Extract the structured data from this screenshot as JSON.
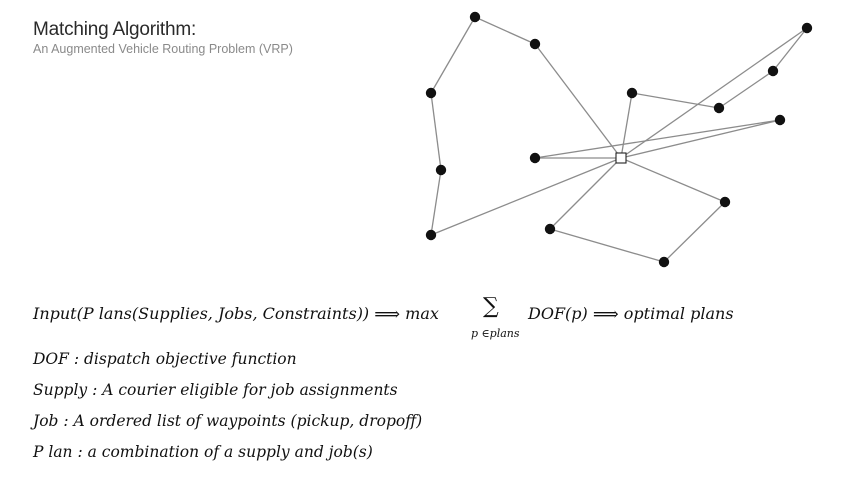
{
  "slide": {
    "title": "Matching Algorithm:",
    "subtitle": "An Augmented Vehicle Routing Problem (VRP)"
  },
  "formula": {
    "lhs": "Input(P lans(Supplies, Jobs, Constraints))",
    "arrow1": "⟹",
    "max": "max",
    "sum_symbol": "∑",
    "sum_index": "p ∈plans",
    "objective": "DOF(p)",
    "arrow2": "⟹",
    "rhs": "optimal plans"
  },
  "definitions": [
    {
      "text": "DOF  : dispatch objective function"
    },
    {
      "text": "Supply : A courier eligible for job assignments"
    },
    {
      "text": "Job : A ordered list of waypoints (pickup, dropoff)"
    },
    {
      "text": "P lan : a combination of a supply and job(s)"
    }
  ],
  "colors": {
    "edge": "#8c8c8c",
    "node": "#111111",
    "depot_fill": "#ffffff"
  },
  "graph": {
    "depot": {
      "id": "depot",
      "shape": "hollow-square"
    },
    "nodes": [
      {
        "id": "n1"
      },
      {
        "id": "n2"
      },
      {
        "id": "n3"
      },
      {
        "id": "n4"
      },
      {
        "id": "n5"
      },
      {
        "id": "n6"
      },
      {
        "id": "n7"
      },
      {
        "id": "n8"
      },
      {
        "id": "n9"
      },
      {
        "id": "n10"
      },
      {
        "id": "n11"
      },
      {
        "id": "n12"
      },
      {
        "id": "n13"
      },
      {
        "id": "n14"
      }
    ],
    "routes": [
      [
        "depot",
        "n2",
        "n1",
        "n3",
        "n4",
        "n5",
        "depot"
      ],
      [
        "depot",
        "n6",
        "n7",
        "n8",
        "n9",
        "depot"
      ],
      [
        "depot",
        "n10",
        "n11",
        "depot"
      ],
      [
        "depot",
        "n12",
        "n13",
        "n14",
        "depot"
      ]
    ]
  }
}
